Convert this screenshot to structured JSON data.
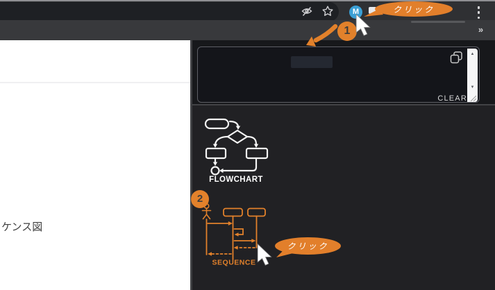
{
  "toolbar": {
    "overflow_chevron": "»",
    "extension_initial": "M"
  },
  "page": {
    "visible_text": "ケンス図"
  },
  "popup": {
    "clear_label": "CLEAR",
    "flowchart_label": "FLOWCHART",
    "sequence_label": "SEQUENCE",
    "scroll_up": "▲",
    "scroll_down": "▼"
  },
  "annotations": {
    "step1": {
      "number": "1",
      "balloon": "クリック"
    },
    "step2": {
      "number": "2",
      "balloon": "クリック"
    }
  },
  "colors": {
    "accent_orange": "#e2812b",
    "extension_blue": "#3ba0d6",
    "toolbar_dark": "#2f3033",
    "panel_dark": "#212124"
  }
}
